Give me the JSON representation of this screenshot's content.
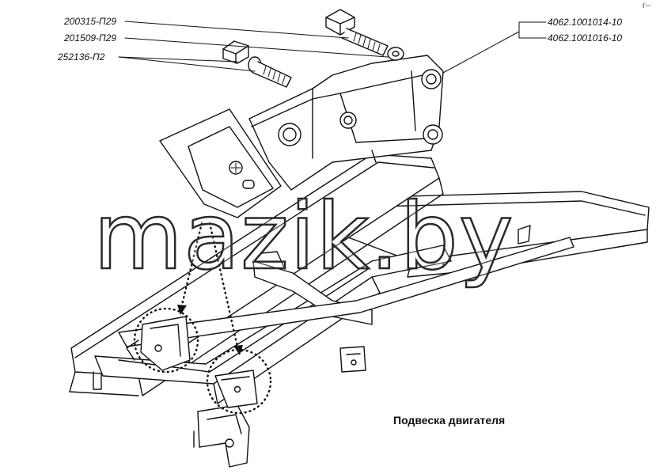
{
  "callouts": {
    "bolt_long": "200315-П29",
    "washer": "201509-П29",
    "bolt_short": "252136-П2",
    "bracket_left": "4062.1001014-10",
    "bracket_right": "4062.1001016-10"
  },
  "caption": "Подвеска двигателя",
  "watermark": "mazik.by",
  "corner_mark": "г--"
}
